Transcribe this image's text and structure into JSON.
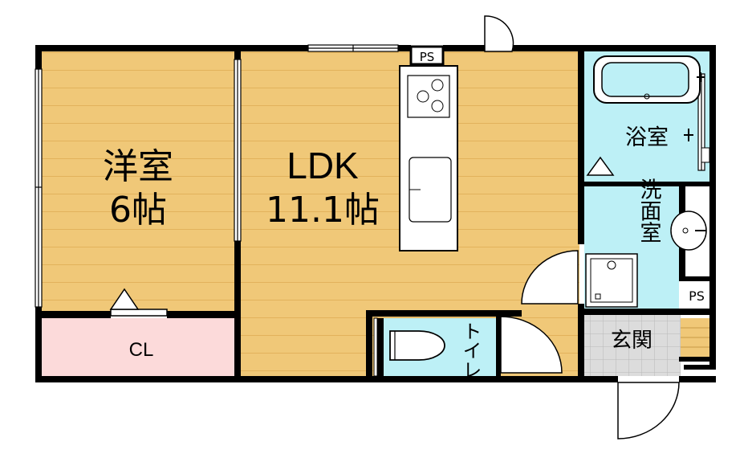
{
  "rooms": {
    "western": {
      "name": "洋室",
      "size": "6帖"
    },
    "ldk": {
      "name": "LDK",
      "size": "11.1帖"
    },
    "closet": {
      "name": "CL"
    },
    "bath": {
      "name": "浴室"
    },
    "washroom": {
      "name": "洗面室"
    },
    "toilet": {
      "name": "トイレ"
    },
    "entrance": {
      "name": "玄関"
    },
    "ps_top": {
      "name": "PS"
    },
    "ps_right": {
      "name": "PS"
    }
  },
  "colors": {
    "wood_floor": "#f0c878",
    "wood_line": "#e6b660",
    "closet_floor": "#fcdada",
    "wet_area": "#bdf0f6",
    "entrance_tile": "#dcdcdc",
    "wall": "#000000"
  }
}
